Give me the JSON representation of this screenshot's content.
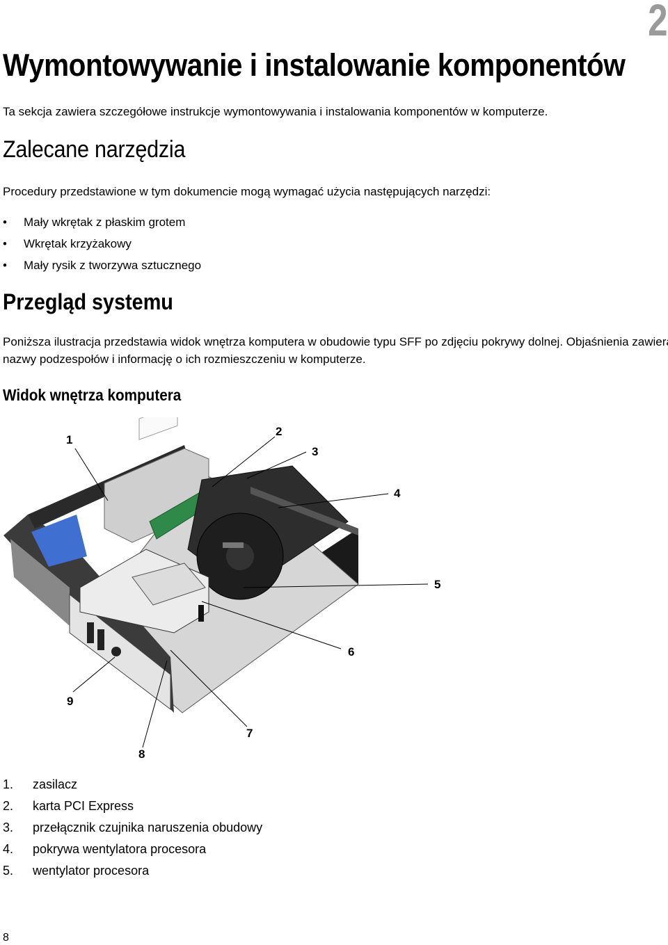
{
  "chapter_number": "2",
  "title": "Wymontowywanie i instalowanie komponentów",
  "intro": "Ta sekcja zawiera szczegółowe instrukcje wymontowywania i instalowania komponentów w komputerze.",
  "tools": {
    "heading": "Zalecane narzędzia",
    "description": "Procedury przedstawione w tym dokumencie mogą wymagać użycia następujących narzędzi:",
    "items": [
      "Mały wkrętak z płaskim grotem",
      "Wkrętak krzyżakowy",
      "Mały rysik z tworzywa sztucznego"
    ]
  },
  "overview": {
    "heading": "Przegląd systemu",
    "paragraph_line1": "Poniższa ilustracja przedstawia widok wnętrza komputera w obudowie typu SFF po zdjęciu pokrywy dolnej. Objaśnienia zawierają",
    "paragraph_line2": "nazwy podzespołów i informację o ich rozmieszczeniu w komputerze."
  },
  "figure": {
    "heading": "Widok wnętrza komputera",
    "callouts": [
      "1",
      "2",
      "3",
      "4",
      "5",
      "6",
      "7",
      "8",
      "9"
    ]
  },
  "legend": [
    {
      "num": "1.",
      "label": "zasilacz"
    },
    {
      "num": "2.",
      "label": "karta PCI Express"
    },
    {
      "num": "3.",
      "label": "przełącznik czujnika naruszenia obudowy"
    },
    {
      "num": "4.",
      "label": "pokrywa wentylatora procesora"
    },
    {
      "num": "5.",
      "label": "wentylator procesora"
    }
  ],
  "page_number": "8"
}
